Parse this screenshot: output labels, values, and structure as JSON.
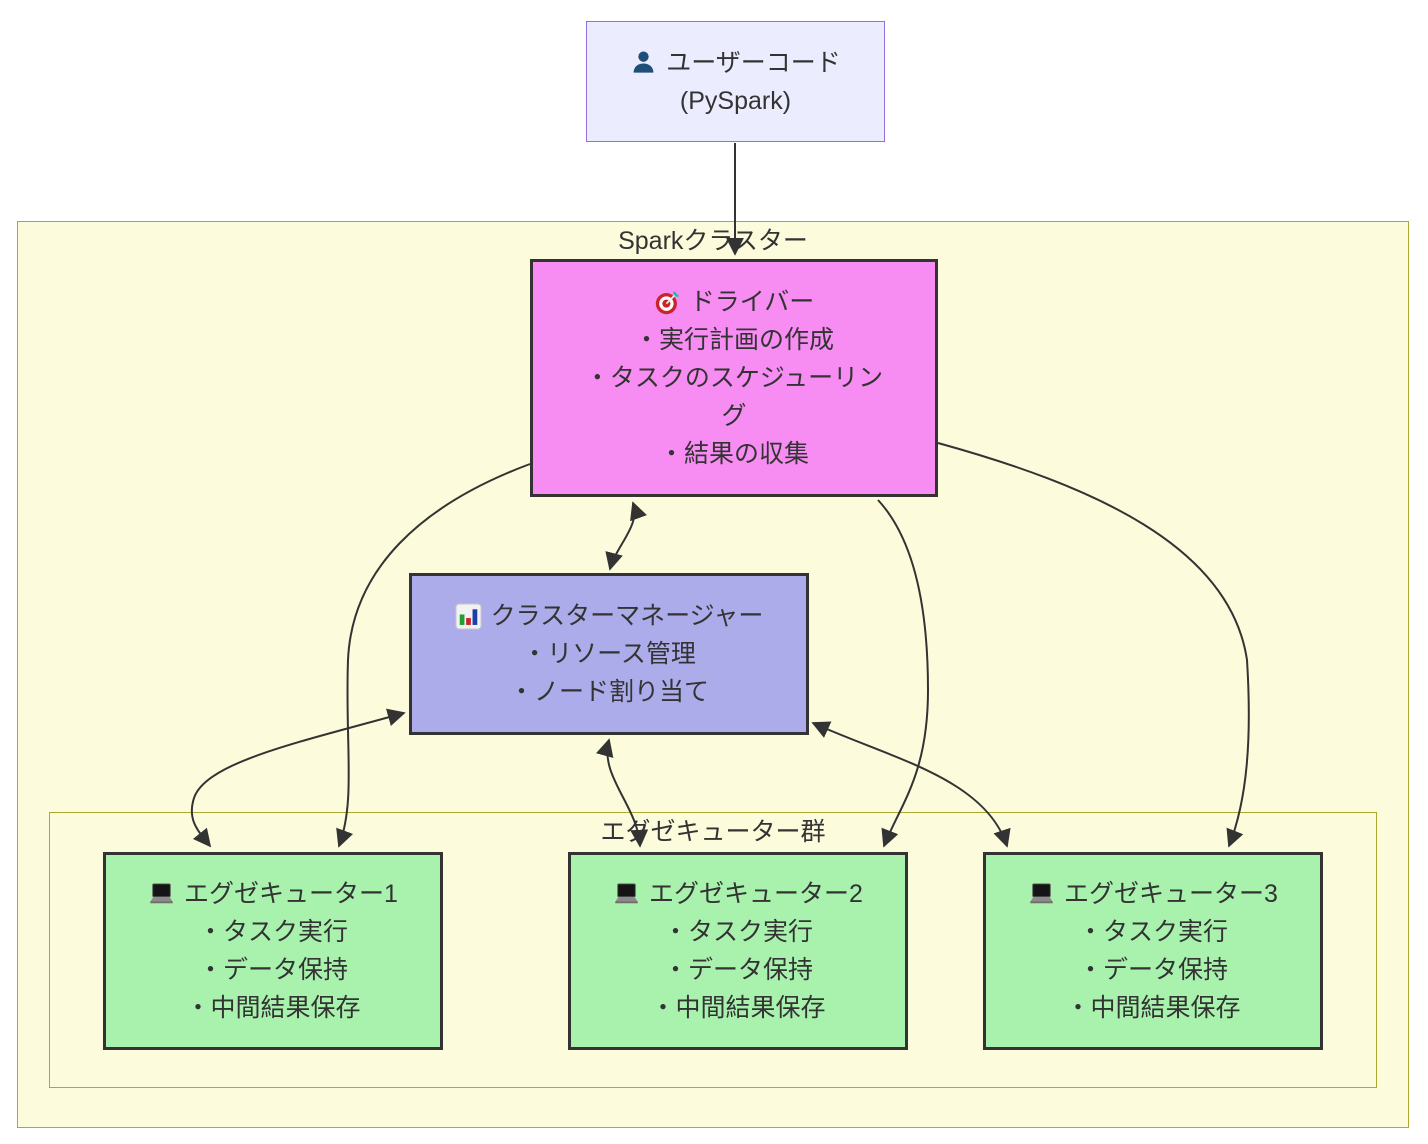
{
  "groups": {
    "spark_cluster": {
      "label": "Sparkクラスター"
    },
    "executors": {
      "label": "エグゼキューター群"
    }
  },
  "nodes": {
    "user_code": {
      "icon": "user-icon",
      "title": "ユーザーコード",
      "subtitle": "(PySpark)"
    },
    "driver": {
      "icon": "dart-target-icon",
      "title": "ドライバー",
      "lines": [
        "・実行計画の作成",
        "・タスクのスケジューリン",
        "グ",
        "・結果の収集"
      ]
    },
    "cluster_manager": {
      "icon": "bar-chart-icon",
      "title": "クラスターマネージャー",
      "lines": [
        "・リソース管理",
        "・ノード割り当て"
      ]
    },
    "executor1": {
      "icon": "laptop-icon",
      "title": "エグゼキューター1",
      "lines": [
        "・タスク実行",
        "・データ保持",
        "・中間結果保存"
      ]
    },
    "executor2": {
      "icon": "laptop-icon",
      "title": "エグゼキューター2",
      "lines": [
        "・タスク実行",
        "・データ保持",
        "・中間結果保存"
      ]
    },
    "executor3": {
      "icon": "laptop-icon",
      "title": "エグゼキューター3",
      "lines": [
        "・タスク実行",
        "・データ保持",
        "・中間結果保存"
      ]
    }
  },
  "edges": [
    {
      "from": "user_code",
      "to": "driver",
      "type": "arrow"
    },
    {
      "from": "driver",
      "to": "cluster_manager",
      "type": "bidirectional"
    },
    {
      "from": "cluster_manager",
      "to": "executor1",
      "type": "bidirectional"
    },
    {
      "from": "cluster_manager",
      "to": "executor2",
      "type": "bidirectional"
    },
    {
      "from": "cluster_manager",
      "to": "executor3",
      "type": "bidirectional"
    },
    {
      "from": "driver",
      "to": "executor1",
      "type": "arrow"
    },
    {
      "from": "driver",
      "to": "executor2",
      "type": "arrow"
    },
    {
      "from": "driver",
      "to": "executor3",
      "type": "arrow"
    }
  ],
  "colors": {
    "canvas_bg": "#FFFFFF",
    "cluster_fill": "#FCFCDC",
    "cluster_border": "#AAAA33",
    "user_fill": "#ECECFF",
    "user_border": "#9370DB",
    "driver_fill": "#F78CF2",
    "manager_fill": "#ACACEA",
    "executor_fill": "#A8F2AE",
    "node_border": "#333333",
    "text": "#333333",
    "edge": "#333333"
  }
}
